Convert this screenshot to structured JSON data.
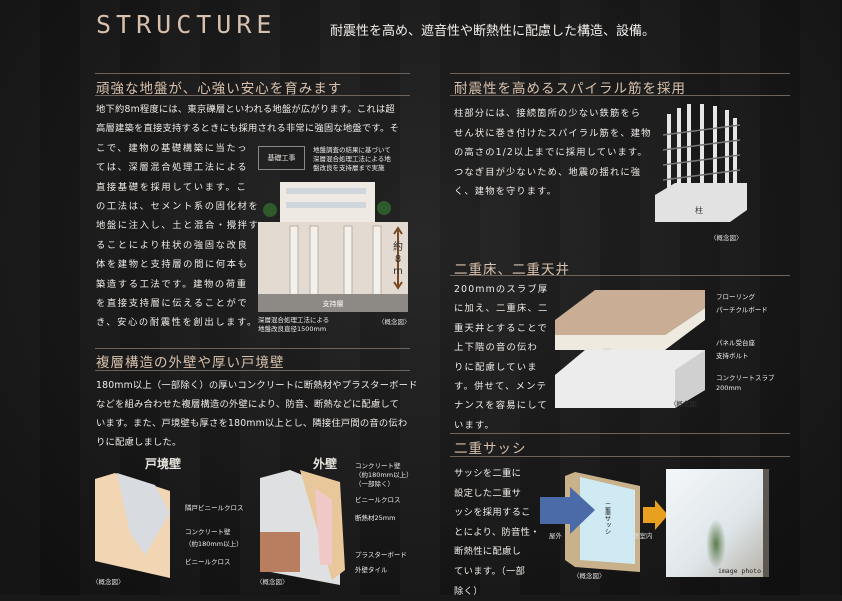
{
  "header": {
    "brand": "STRUCTURE",
    "lead": "耐震性を高め、遮音性や断熱性に配慮した構造、設備。"
  },
  "ground": {
    "title": "頑強な地盤が、心強い安心を育みます",
    "lines": [
      "地下約8m程度には、東京礫層といわれる地盤が広がります。これは超",
      "高層建築を直接支持するときにも採用される非常に強固な地盤です。そ",
      "こで、建物の基礎構築に当たっ",
      "ては、深層混合処理工法による",
      "直接基礎を採用しています。こ",
      "の工法は、セメント系の固化材を",
      "地盤に注入し、土と混合・攪拌す",
      "ることにより柱状の強固な改良",
      "体を建物と支持層の間に何本も",
      "築造する工法です。建物の荷重",
      "を直接支持層に伝えることがで",
      "き、安心の耐震性を創出します。"
    ],
    "diagram": {
      "box_label": "基礎工事",
      "note": [
        "地盤調査の結果に基づいて",
        "深層混合処理工法による地",
        "盤改良を支持層まで実施"
      ],
      "depth": [
        "約",
        "8",
        "m"
      ],
      "layer": "支持層",
      "caption": [
        "深層混合処理工法による",
        "地盤改良直径1500mm"
      ],
      "concept": "〈概念図〉"
    }
  },
  "walls": {
    "title": "複層構造の外壁や厚い戸境壁",
    "lines": [
      "180mm以上（一部除く）の厚いコンクリートに断熱材やプラスターボード",
      "などを組み合わせた複層構造の外壁により、防音、断熱などに配慮して",
      "います。また、戸境壁も厚さを180mm以上とし、隣接住戸間の音の伝わ",
      "りに配慮しました。"
    ],
    "party": {
      "label": "戸境壁",
      "callouts": [
        "隣戸ビニールクロス",
        "コンクリート壁",
        "（約180mm以上）",
        "ビニールクロス"
      ],
      "concept": "〈概念図〉"
    },
    "outer": {
      "label": "外壁",
      "callouts": [
        "コンクリート壁",
        "（約180mm以上）",
        "（一部除く）",
        "ビニールクロス",
        "断熱材25mm",
        "プラスターボード",
        "外壁タイル"
      ],
      "concept": "〈概念図〉"
    }
  },
  "spiral": {
    "title": "耐震性を高めるスパイラル筋を採用",
    "lines": [
      "柱部分には、接続箇所の少ない鉄筋をら",
      "せん状に巻き付けたスパイラル筋を、建物",
      "の高さの1/2以上までに採用しています。",
      "つなぎ目が少ないため、地震の揺れに強",
      "く、建物を守ります。"
    ],
    "pillar": "柱",
    "concept": "〈概念図〉"
  },
  "floor": {
    "title": "二重床、二重天井",
    "lines": [
      "200mmのスラブ厚",
      "に加え、二重床、二",
      "重天井とすることで",
      "上下階の音の伝わ",
      "りに配慮していま",
      "す。併せて、メンテ",
      "ナンスを容易にして",
      "います。"
    ],
    "callouts": [
      "フローリング",
      "パーチクルボード",
      "パネル受台座",
      "支持ボルト",
      "コンクリートスラブ",
      "200mm"
    ],
    "concept": "〈概念図〉"
  },
  "sash": {
    "title": "二重サッシ",
    "lines": [
      "サッシを二重に",
      "設定した二重サ",
      "ッシを採用するこ",
      "とにより、防音性・",
      "断熱性に配慮し",
      "ています。（一部",
      "除く）"
    ],
    "outside": "屋外",
    "inside": "居室内",
    "pane": "二重サッシ",
    "concept": "〈概念図〉",
    "photo_note": "image photo"
  }
}
